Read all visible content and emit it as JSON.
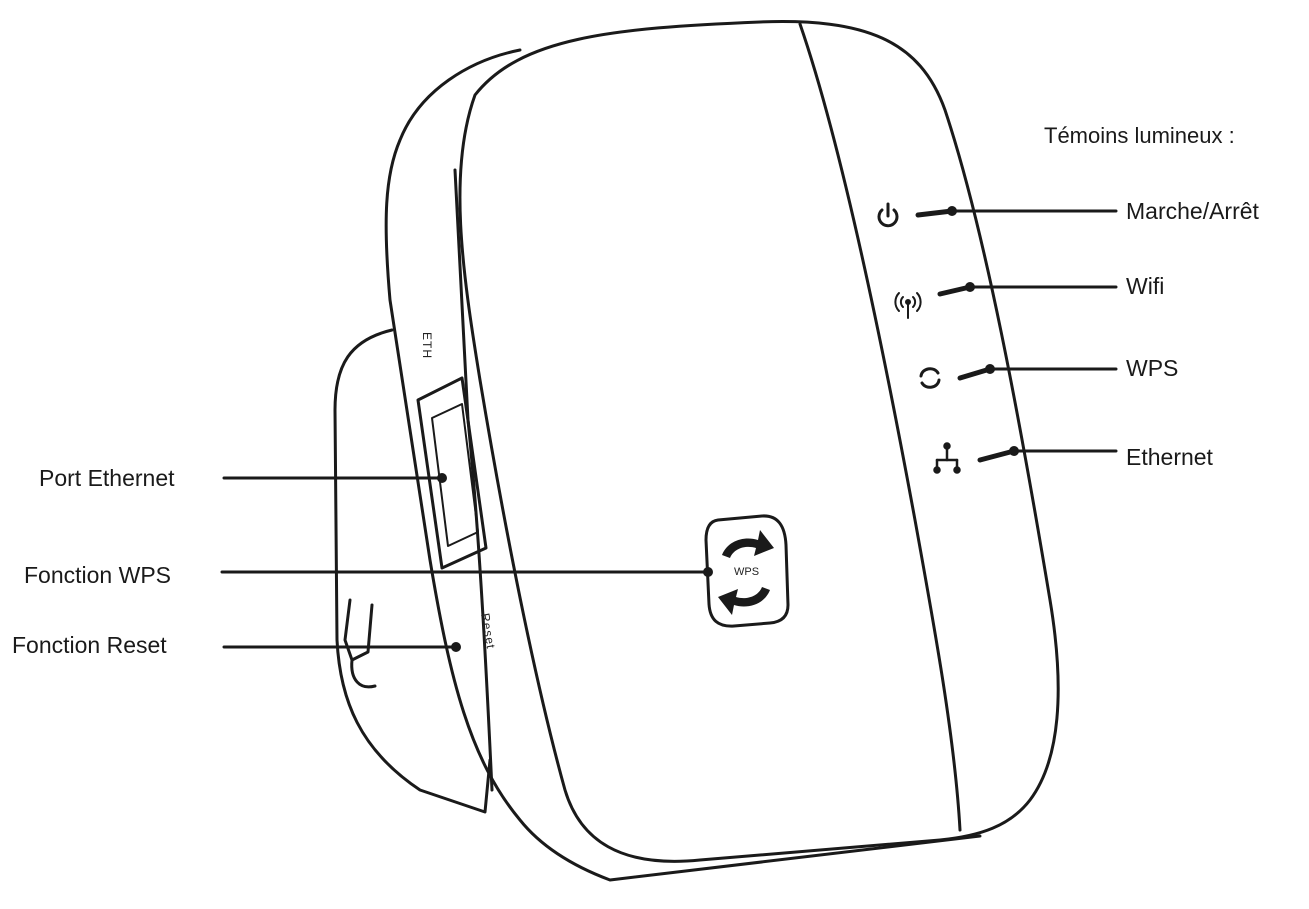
{
  "title": "Témoins lumineux :",
  "indicators": [
    {
      "label": "Marche/Arrêt",
      "icon": "power-icon"
    },
    {
      "label": "Wifi",
      "icon": "wifi-signal-icon"
    },
    {
      "label": "WPS",
      "icon": "wps-arrows-icon"
    },
    {
      "label": "Ethernet",
      "icon": "network-icon"
    }
  ],
  "callouts": [
    {
      "label": "Port Ethernet"
    },
    {
      "label": "Fonction WPS"
    },
    {
      "label": "Fonction Reset"
    }
  ],
  "device": {
    "eth_text": "ETH",
    "reset_text": "Reset",
    "wps_button_text": "WPS"
  },
  "colors": {
    "line": "#1a1a1a",
    "background": "#ffffff"
  }
}
